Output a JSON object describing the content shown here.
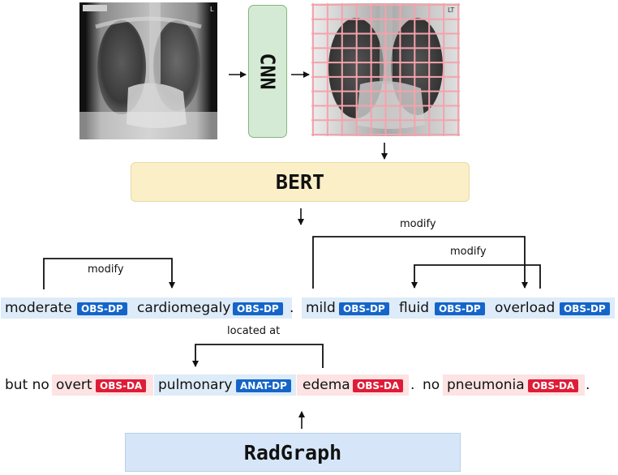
{
  "models": {
    "cnn_label": "CNN",
    "bert_label": "BERT",
    "radgraph_label": "RadGraph"
  },
  "xray_marker": "L",
  "grid_marker": "LT",
  "sentence1": {
    "moderate": "moderate",
    "cardiomegaly": "cardiomegaly",
    "period": ".",
    "mild": "mild",
    "fluid": "fluid",
    "overload": "overload"
  },
  "sentence2": {
    "but_no": "but no",
    "overt": "overt",
    "pulmonary": "pulmonary",
    "edema": "edema",
    "period": ".",
    "no": "no",
    "pneumonia": "pneumonia",
    "period_end": "."
  },
  "tags": {
    "obs_dp": "OBS-DP",
    "obs_da": "OBS-DA",
    "anat_dp": "ANAT-DP"
  },
  "relations": {
    "modify": "modify",
    "located_at": "located at"
  },
  "colors": {
    "cnn_fill": "#d5ead4",
    "bert_fill": "#fbefc8",
    "radgraph_fill": "#d6e6f8",
    "dp_badge": "#1565c8",
    "da_badge": "#de1c37",
    "dp_band": "#deebf8",
    "da_band": "#fde3e3",
    "grid_line": "#f4a3ac"
  }
}
